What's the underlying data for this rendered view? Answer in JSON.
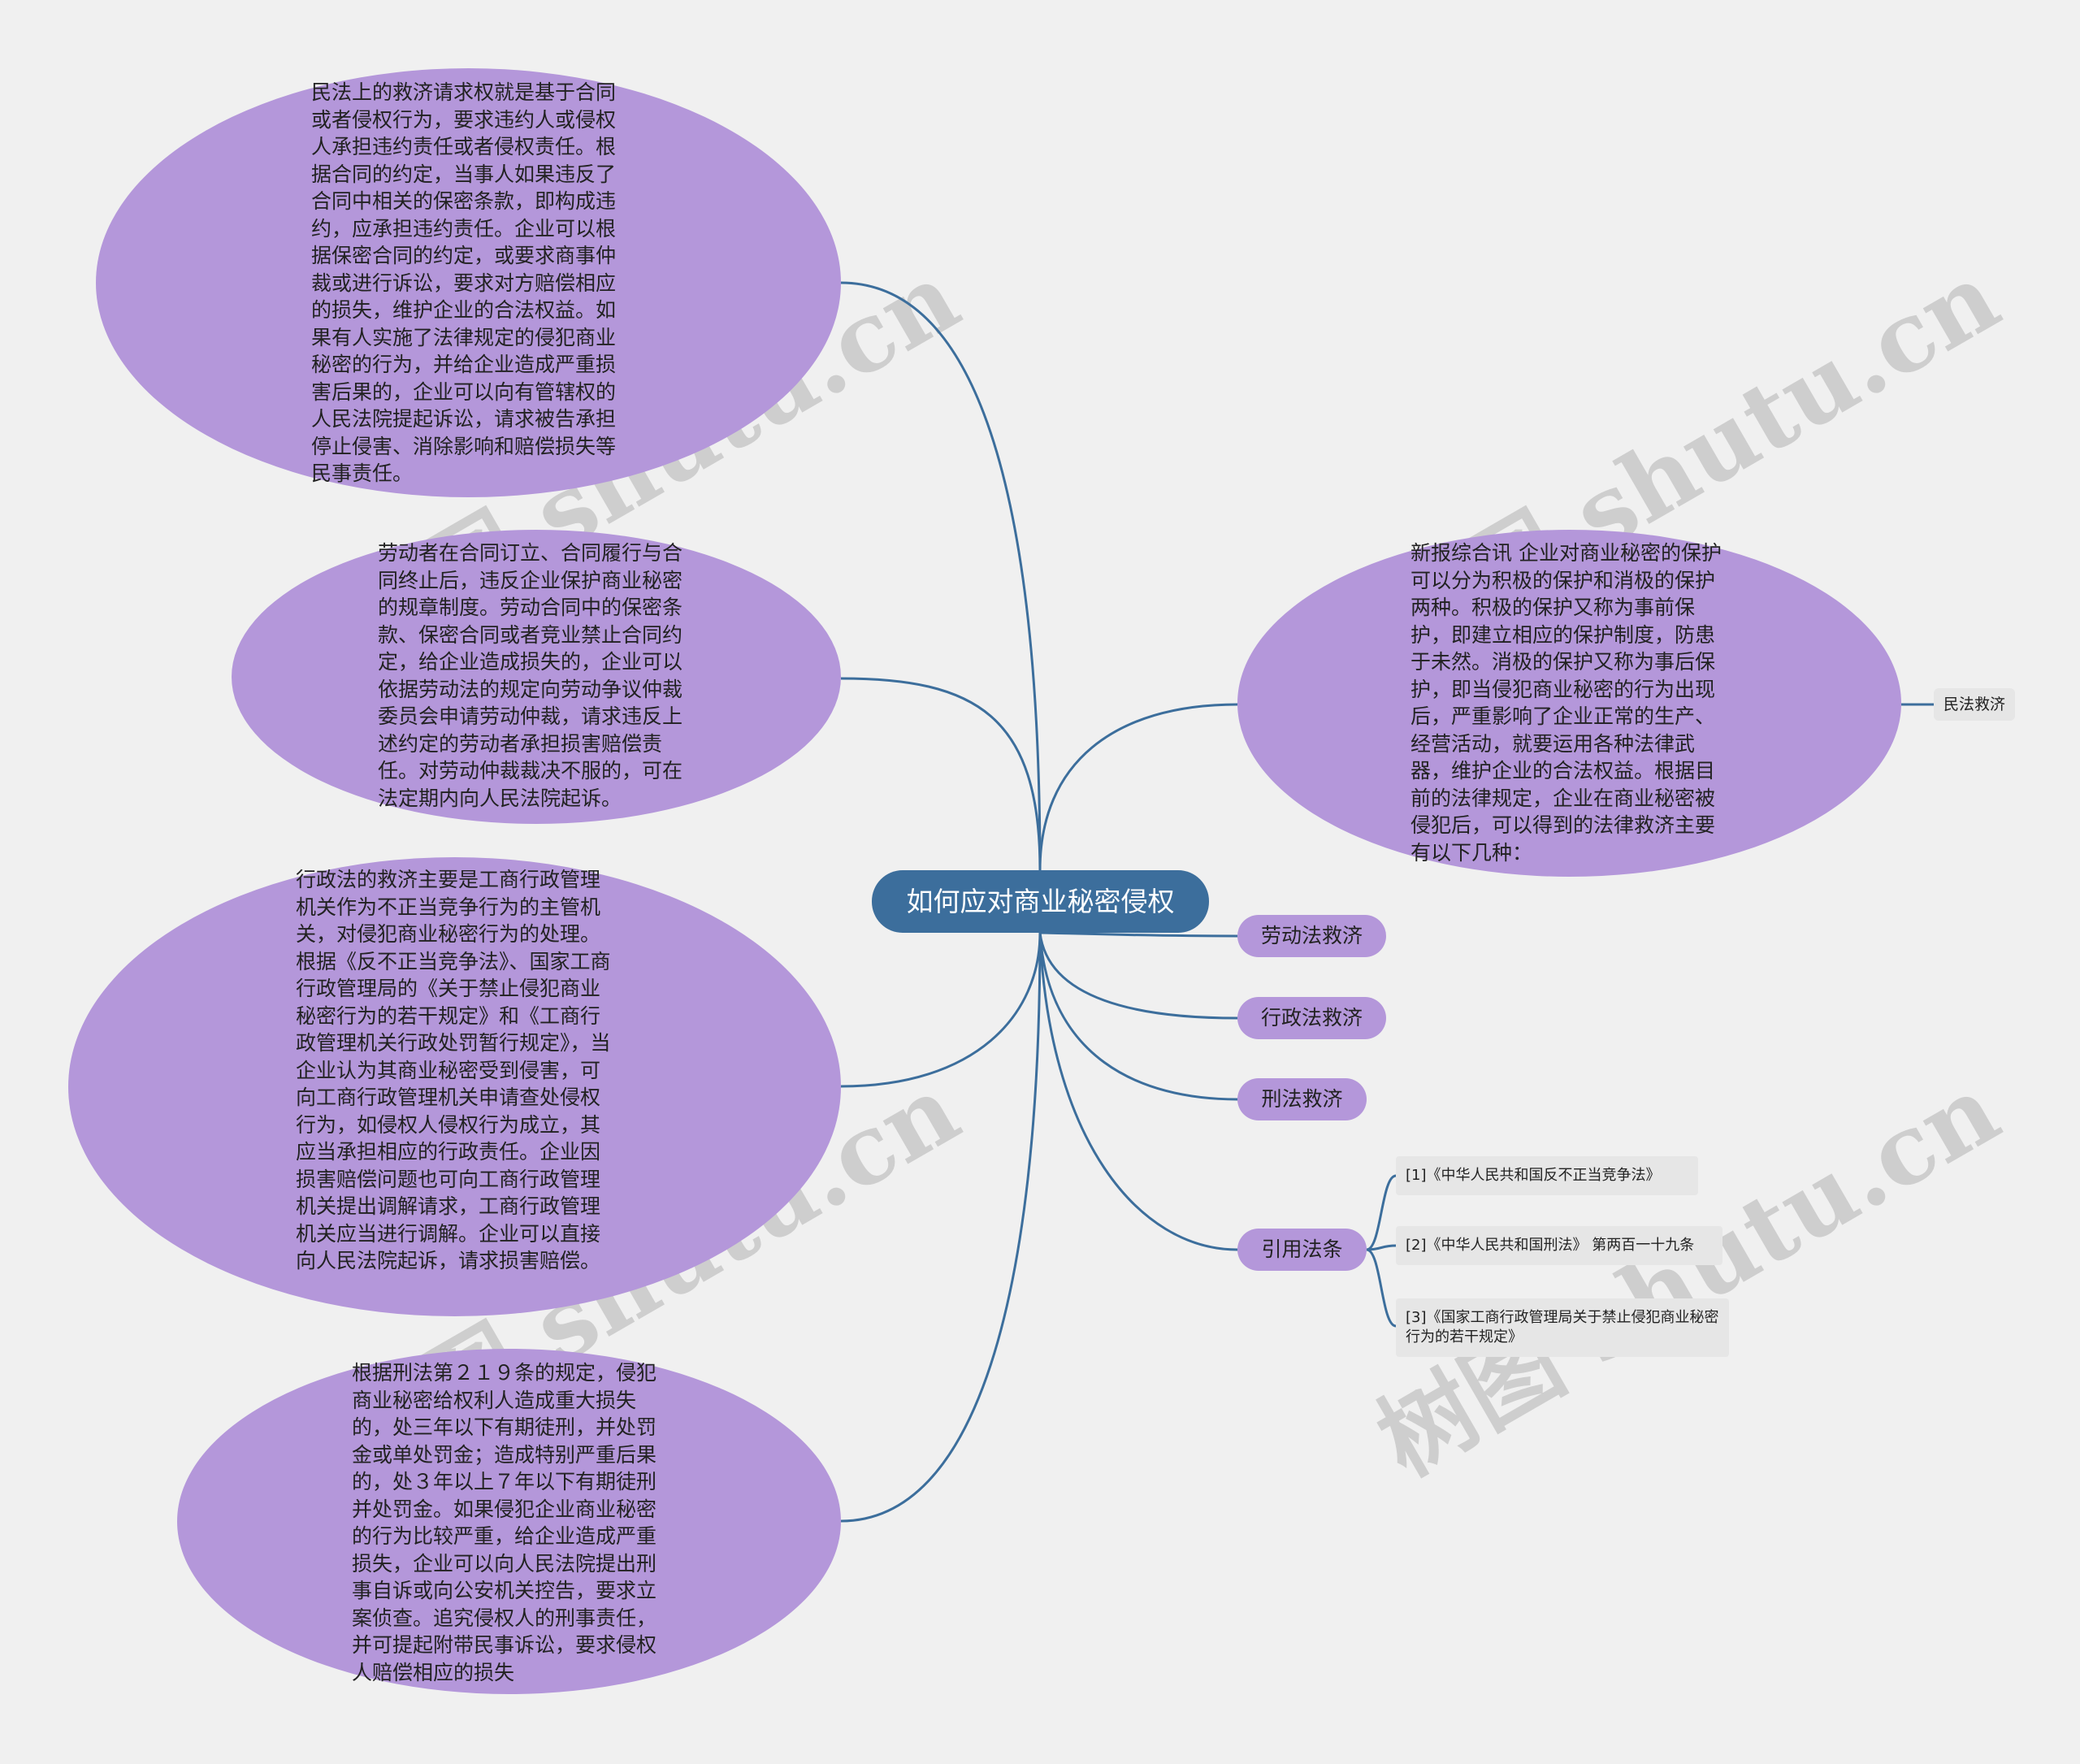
{
  "watermark": "树图 shutu.cn",
  "root": {
    "label": "如何应对商业秘密侵权"
  },
  "left_bubbles": [
    "民法上的救济请求权就是基于合同或者侵权行为，要求违约人或侵权人承担违约责任或者侵权责任。根据合同的约定，当事人如果违反了合同中相关的保密条款，即构成违约，应承担违约责任。企业可以根据保密合同的约定，或要求商事仲裁或进行诉讼，要求对方赔偿相应的损失，维护企业的合法权益。如果有人实施了法律规定的侵犯商业秘密的行为，并给企业造成严重损害后果的，企业可以向有管辖权的人民法院提起诉讼，请求被告承担停止侵害、消除影响和赔偿损失等民事责任。",
    "劳动者在合同订立、合同履行与合同终止后，违反企业保护商业秘密的规章制度。劳动合同中的保密条款、保密合同或者竞业禁止合同约定，给企业造成损失的，企业可以依据劳动法的规定向劳动争议仲裁委员会申请劳动仲裁，请求违反上述约定的劳动者承担损害赔偿责任。对劳动仲裁裁决不服的，可在法定期内向人民法院起诉。",
    "行政法的救济主要是工商行政管理机关作为不正当竞争行为的主管机关，对侵犯商业秘密行为的处理。根据《反不正当竞争法》、国家工商行政管理局的《关于禁止侵犯商业秘密行为的若干规定》和《工商行政管理机关行政处罚暂行规定》，当企业认为其商业秘密受到侵害，可向工商行政管理机关申请查处侵权行为，如侵权人侵权行为成立，其应当承担相应的行政责任。企业因损害赔偿问题也可向工商行政管理机关提出调解请求，工商行政管理机关应当进行调解。企业可以直接向人民法院起诉，请求损害赔偿。",
    "根据刑法第２１９条的规定，侵犯商业秘密给权利人造成重大损失的，处三年以下有期徒刑，并处罚金或单处罚金；造成特别严重后果的，处３年以上７年以下有期徒刑并处罚金。如果侵犯企业商业秘密的行为比较严重，给企业造成严重损失，企业可以向人民法院提出刑事自诉或向公安机关控告，要求立案侦查。追究侵权人的刑事责任，并可提起附带民事诉讼，要求侵权人赔偿相应的损失"
  ],
  "right_bubble": "新报综合讯 企业对商业秘密的保护可以分为积极的保护和消极的保护两种。积极的保护又称为事前保护，即建立相应的保护制度，防患于未然。消极的保护又称为事后保护，即当侵犯商业秘密的行为出现后，严重影响了企业正常的生产、经营活动，就要运用各种法律武器，维护企业的合法权益。根据目前的法律规定，企业在商业秘密被侵犯后，可以得到的法律救济主要有以下几种：",
  "right_leaf": "民法救济",
  "sub_nodes": [
    "劳动法救济",
    "行政法救济",
    "刑法救济",
    "引用法条"
  ],
  "references": [
    "[1]《中华人民共和国反不正当竞争法》",
    "[2]《中华人民共和国刑法》 第两百一十九条",
    "[3]《国家工商行政管理局关于禁止侵犯商业秘密行为的若干规定》"
  ],
  "colors": {
    "background": "#f0f0f0",
    "root_fill": "#3c6e9c",
    "bubble_fill": "#b497da",
    "connector": "#3c6e9c",
    "reference_fill": "#e6e6e6"
  }
}
